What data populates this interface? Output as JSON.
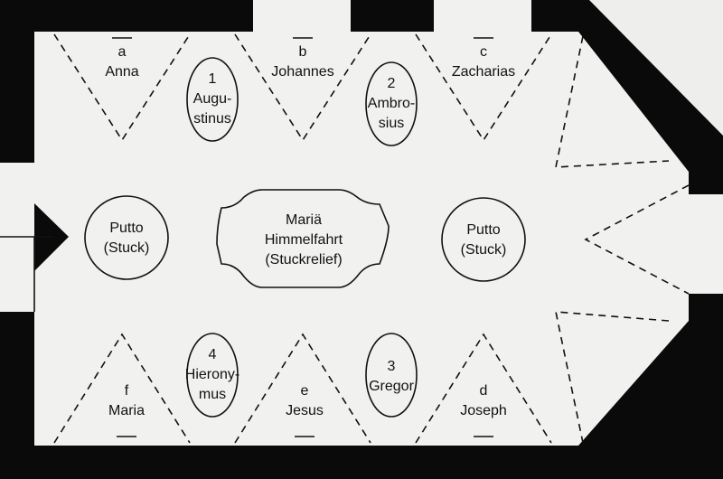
{
  "plan": {
    "center": {
      "line1": "Mariä",
      "line2": "Himmelfahrt",
      "line3": "(Stuckrelief)"
    },
    "putto_left": {
      "line1": "Putto",
      "line2": "(Stuck)"
    },
    "putto_right": {
      "line1": "Putto",
      "line2": "(Stuck)"
    },
    "fathers": [
      {
        "number": "1",
        "line1": "Augu-",
        "line2": "stinus"
      },
      {
        "number": "2",
        "line1": "Ambro-",
        "line2": "sius"
      },
      {
        "number": "3",
        "line1": "Gregor",
        "line2": ""
      },
      {
        "number": "4",
        "line1": "Hierony-",
        "line2": "mus"
      }
    ],
    "figures": [
      {
        "letter": "a",
        "name": "Anna"
      },
      {
        "letter": "b",
        "name": "Johannes"
      },
      {
        "letter": "c",
        "name": "Zacharias"
      },
      {
        "letter": "d",
        "name": "Joseph"
      },
      {
        "letter": "e",
        "name": "Jesus"
      },
      {
        "letter": "f",
        "name": "Maria"
      }
    ]
  },
  "colors": {
    "wall": "#0a0a0a",
    "floor": "#f1f1ef",
    "ink": "#111111"
  }
}
